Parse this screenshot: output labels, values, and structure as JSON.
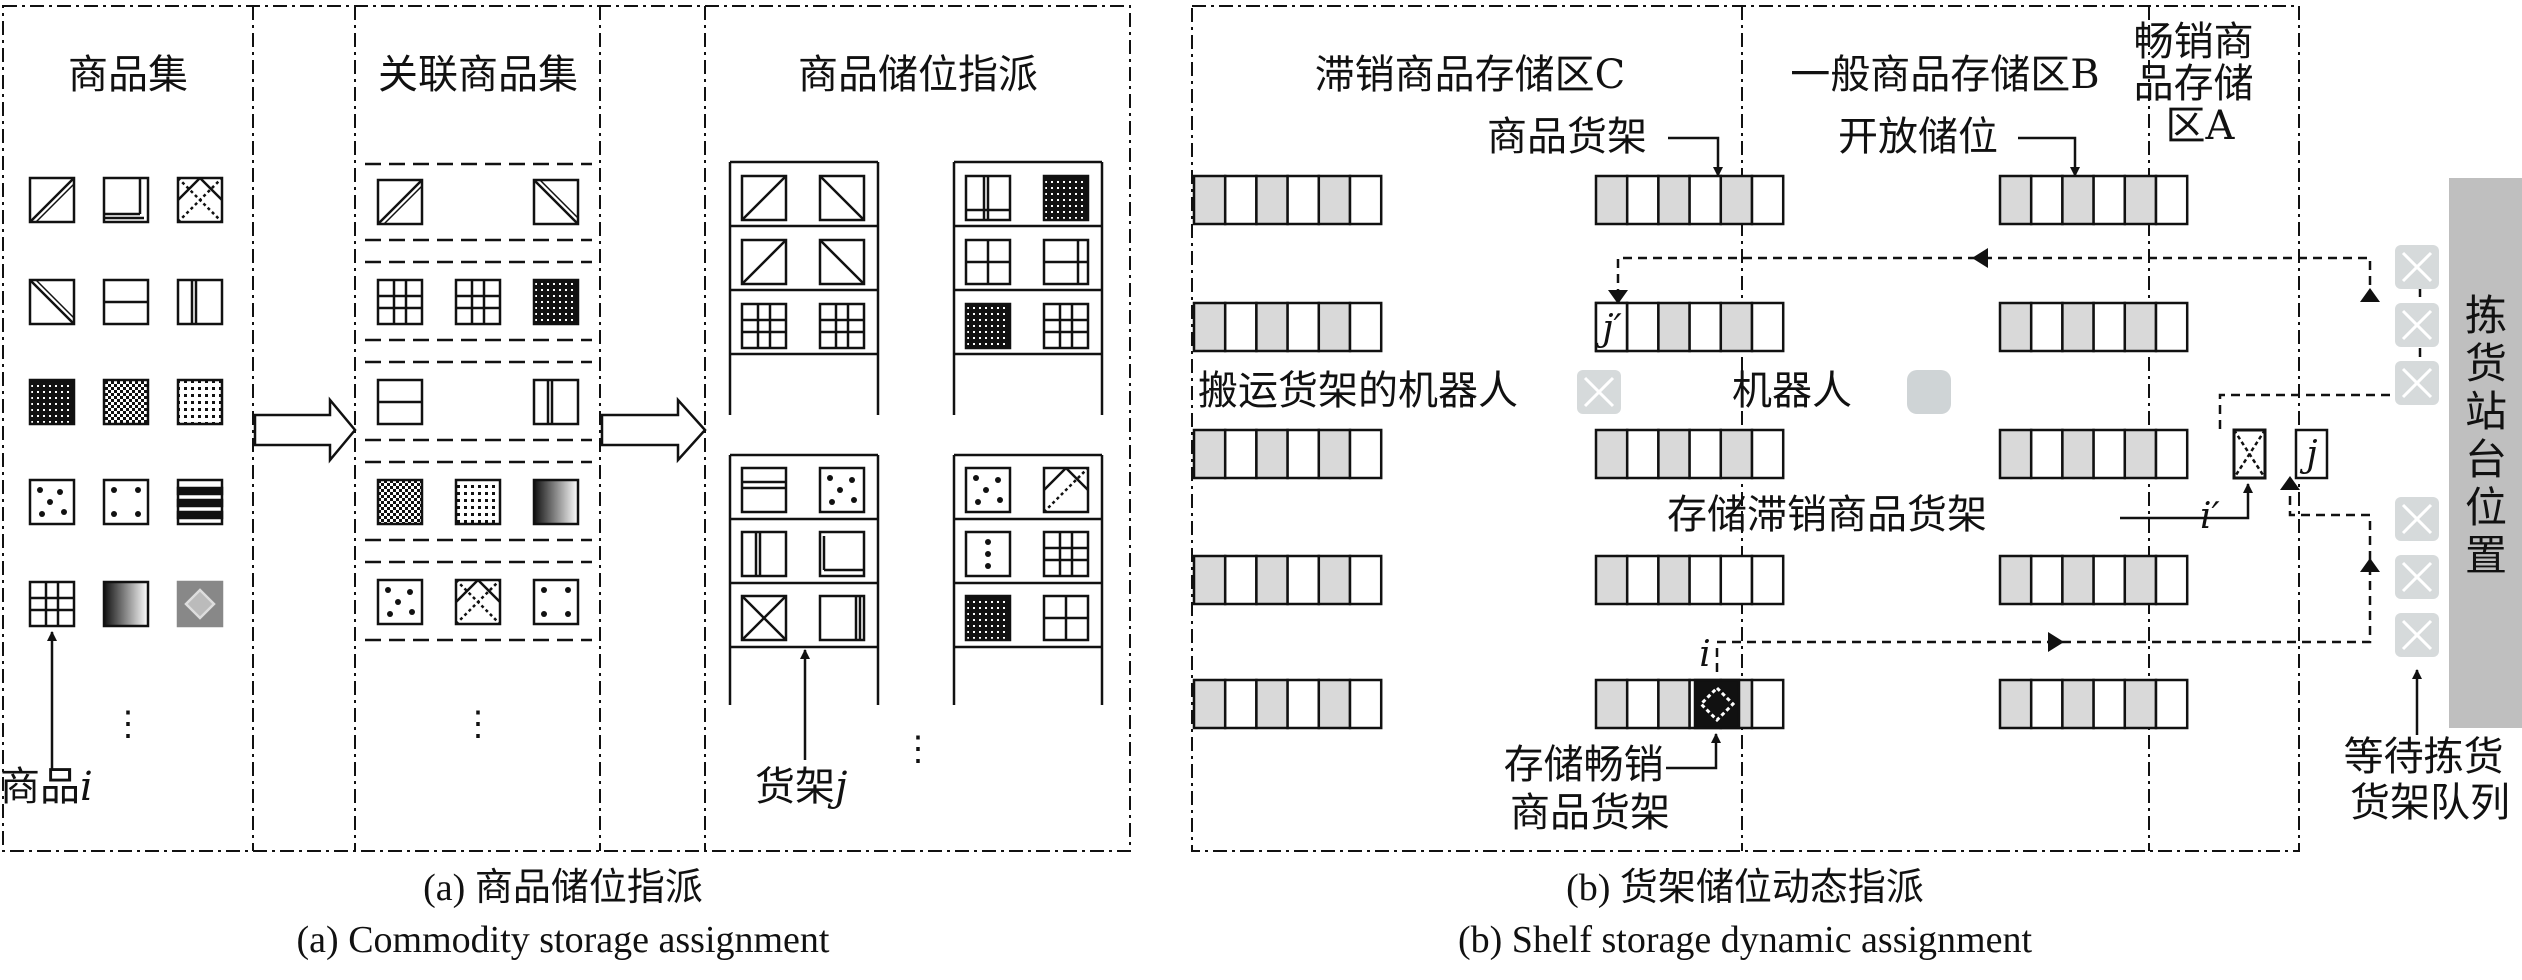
{
  "panel_a": {
    "col_commodity_set": "商品集",
    "col_related_set": "关联商品集",
    "col_assignment": "商品储位指派",
    "commodity_label_prefix": "商品",
    "commodity_label_var": "i",
    "shelf_label_prefix": "货架",
    "shelf_label_var": "j",
    "ellipsis": "⋮"
  },
  "panel_b": {
    "zone_c": "滞销商品存储区C",
    "zone_b": "一般商品存储区B",
    "zone_a_line1": "畅销商",
    "zone_a_line2": "品存储",
    "zone_a_line3": "区A",
    "label_shelf": "商品货架",
    "label_open_slot": "开放储位",
    "label_robot_carrying": "搬运货架的机器人",
    "label_robot": "机器人",
    "label_slow_shelf": "存储滞销商品货架",
    "label_fast_shelf_line1": "存储畅销",
    "label_fast_shelf_line2": "商品货架",
    "label_waiting_line1": "等待拣货",
    "label_waiting_line2": "货架队列",
    "label_picking_station": "拣货站台位置",
    "var_j_prime": "j′",
    "var_j": "j",
    "var_i_prime": "i′",
    "var_i": "i"
  },
  "captions": {
    "a_cn": "(a) 商品储位指派",
    "a_en": "(a) Commodity storage assignment",
    "b_cn": "(b) 货架储位动态指派",
    "b_en": "(b) Shelf storage dynamic assignment"
  },
  "colors": {
    "line": "#111111",
    "shelf_fill": "#d9d9d9",
    "robot_fill": "#cfd4d6",
    "station_fill": "#bfbfbf"
  }
}
